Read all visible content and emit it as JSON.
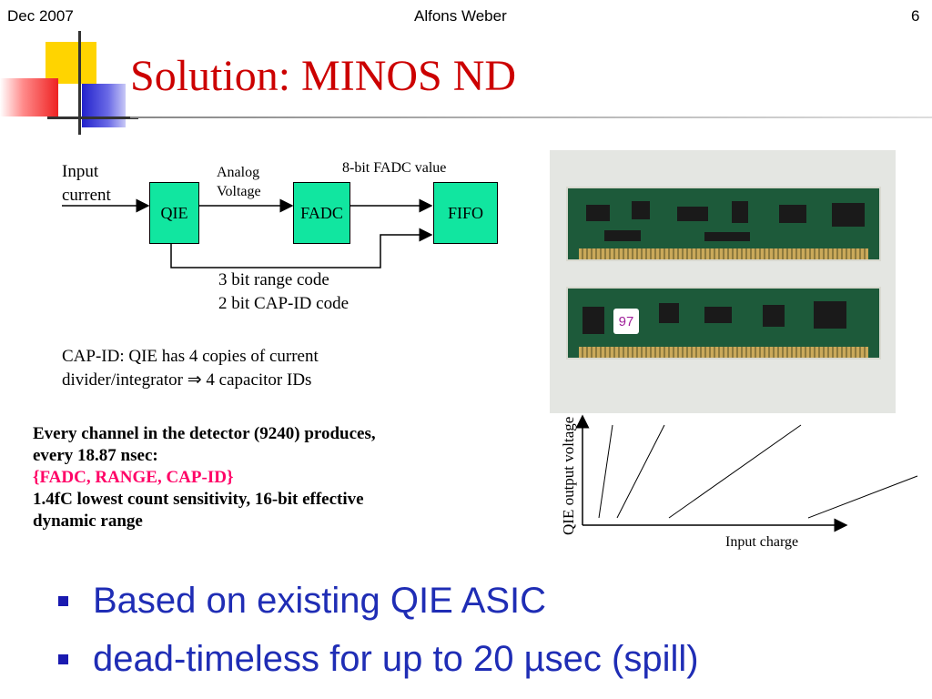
{
  "header": {
    "date": "Dec 2007",
    "author": "Alfons Weber",
    "page_number": "6"
  },
  "title": "Solution: MINOS ND",
  "diagram": {
    "input_label_line1": "Input",
    "input_label_line2": "current",
    "qie": "QIE",
    "analog_line1": "Analog",
    "analog_line2": "Voltage",
    "fadc": "FADC",
    "fadc_value": "8-bit FADC value",
    "fifo": "FIFO",
    "range_code": "3 bit range code",
    "capid_code": "2 bit CAP-ID code"
  },
  "capid_note_line1": "CAP-ID:  QIE has 4 copies of current",
  "capid_note_line2": "divider/integrator",
  "capid_note_arrow": "⇒",
  "capid_note_line2_end": "4 capacitor IDs",
  "bold_block": {
    "line1": "Every channel in the detector (9240) produces,",
    "line2": "every 18.87 nsec:",
    "highlight": "{FADC,  RANGE, CAP-ID}",
    "line3": "1.4fC lowest count sensitivity, 16-bit effective",
    "line4": "dynamic range"
  },
  "photo": {
    "label_97": "97"
  },
  "plot": {
    "ylabel": "QIE output voltage",
    "xlabel": "Input charge"
  },
  "bullets": [
    {
      "text": "Based on existing QIE ASIC"
    },
    {
      "text": "dead-timeless for up to 20 µsec (spill)"
    }
  ],
  "colors": {
    "title": "#cc0000",
    "bullet": "#1f2db5",
    "box_fill": "#11e6a0",
    "highlight": "#ff0066"
  }
}
